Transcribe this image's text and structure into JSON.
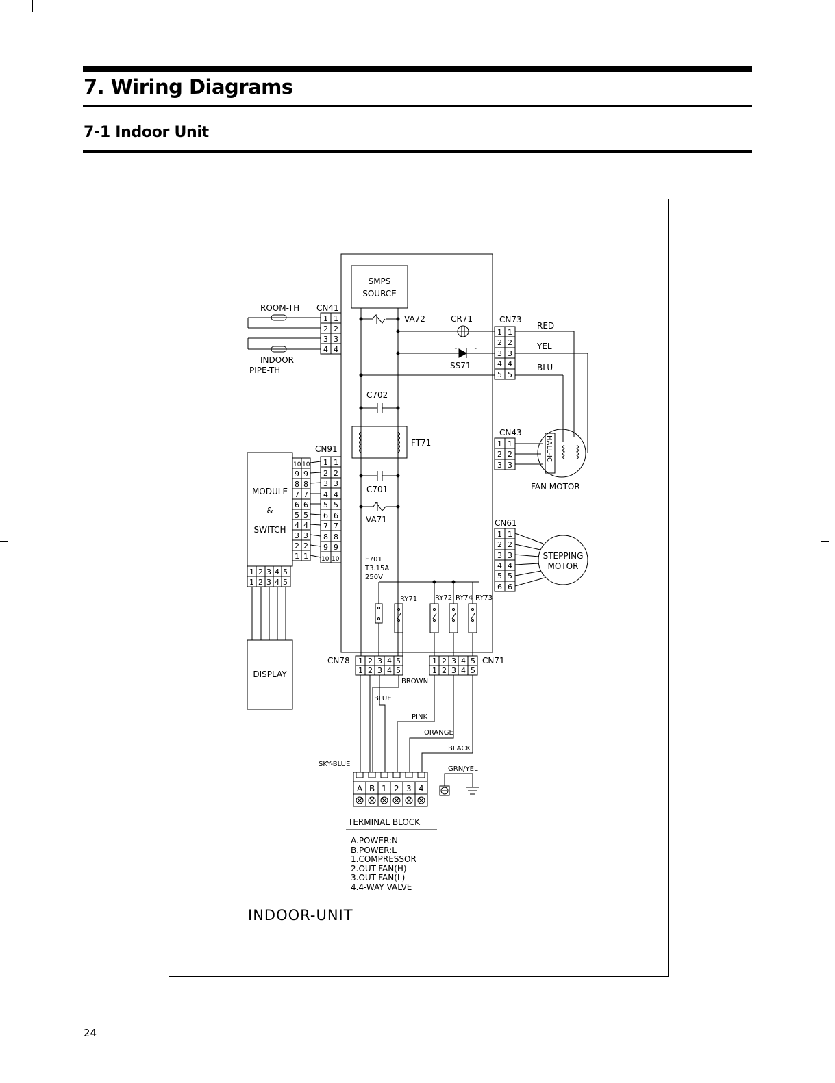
{
  "page": {
    "section_title": "7. Wiring Diagrams",
    "subsection_title": "7-1 Indoor Unit",
    "page_number": "24"
  },
  "diagram": {
    "smps_line1": "SMPS",
    "smps_line2": "SOURCE",
    "va72": "VA72",
    "cr71": "CR71",
    "ss71": "SS71",
    "c702": "C702",
    "ft71": "FT71",
    "c701": "C701",
    "va71": "VA71",
    "fuse_line1": "F701",
    "fuse_line2": "T3.15A",
    "fuse_line3": "250V",
    "ry71": "RY71",
    "ry72": "RY72",
    "ry74": "RY74",
    "ry73": "RY73",
    "cn41": "CN41",
    "cn73": "CN73",
    "cn43": "CN43",
    "cn61": "CN61",
    "cn91": "CN91",
    "cn78": "CN78",
    "cn71": "CN71",
    "room_th": "ROOM-TH",
    "indoor_pipe_th_line1": "INDOOR",
    "indoor_pipe_th_line2": "PIPE-TH",
    "module_line1": "MODULE",
    "module_line2": "&",
    "module_line3": "SWITCH",
    "display": "DISPLAY",
    "hall_ic": "HALL-IC",
    "fan_motor": "FAN MOTOR",
    "stepping_line1": "STEPPING",
    "stepping_line2": "MOTOR",
    "wire_red": "RED",
    "wire_yel": "YEL",
    "wire_blu": "BLU",
    "wire_brown": "BROWN",
    "wire_blue": "BLUE",
    "wire_pink": "PINK",
    "wire_orange": "ORANGE",
    "wire_black": "BLACK",
    "wire_sky_blue": "SKY-BLUE",
    "wire_grn_yel": "GRN/YEL",
    "terminal_labels": [
      "A",
      "B",
      "1",
      "2",
      "3",
      "4"
    ],
    "terminal_block_title": "TERMINAL BLOCK",
    "legend": [
      "A.POWER:N",
      "B.POWER:L",
      "1.COMPRESSOR",
      "2.OUT-FAN(H)",
      "3.OUT-FAN(L)",
      "4.4-WAY VALVE"
    ],
    "unit_label": "INDOOR-UNIT"
  }
}
